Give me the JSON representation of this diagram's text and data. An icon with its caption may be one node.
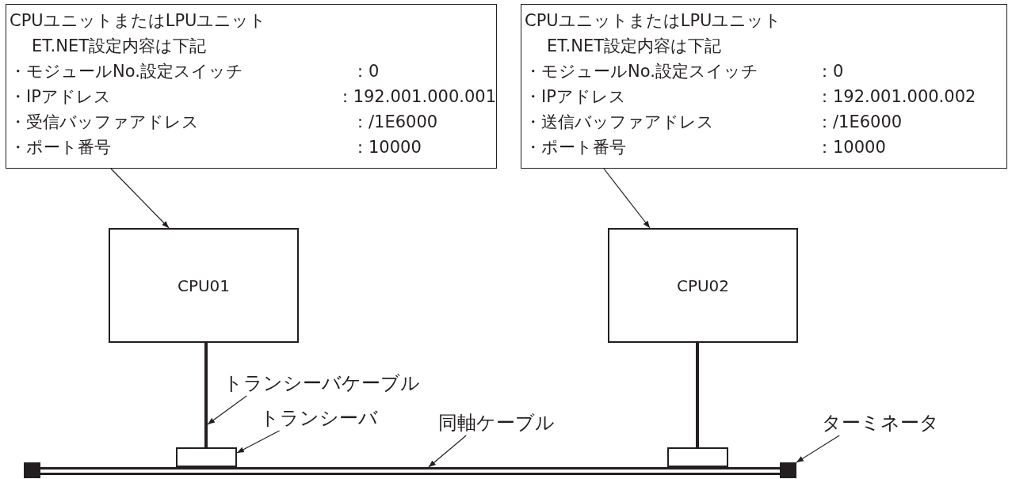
{
  "diagram": {
    "nodes": [
      {
        "text": [
          "CPUユニットまたはLPUユニット",
          "ET.NET設定内容は下記",
          "・モジュールNo.設定スイッチ",
          "：0",
          "・IPアドレス",
          "：192.001.000.001",
          "・受信バッファアドレス",
          "：/1E6000",
          "・ポート番号",
          "：10000"
        ]
      },
      {
        "text": [
          "CPUユニットまたはLPUユニット",
          "ET.NET設定内容は下記",
          "・モジュールNo.設定スイッチ",
          "：0",
          "・IPアドレス",
          "：192.001.000.002",
          "・送信バッファアドレス",
          "：/1E6000",
          "・ポート番号",
          "：10000"
        ]
      },
      {
        "text": [
          "CPU01"
        ]
      },
      {
        "text": [
          "CPU02"
        ]
      },
      {
        "text": [],
        "shape": "box"
      },
      {
        "text": [],
        "shape": "box"
      },
      {
        "text": [],
        "shape": "bar"
      },
      {
        "text": [],
        "shape": "square"
      },
      {
        "text": [],
        "shape": "square"
      },
      {
        "text": [
          "トランシーバケーブル"
        ]
      },
      {
        "text": [
          "トランシーバ"
        ]
      },
      {
        "text": [
          "同軸ケーブル"
        ]
      },
      {
        "text": [
          "ターミネータ"
        ]
      },
      {
        "text": [],
        "shape": "line"
      },
      {
        "text": [],
        "shape": "line"
      }
    ],
    "edges": [
      {
        "from": 0,
        "to": 2,
        "arrow": "to"
      },
      {
        "from": 1,
        "to": 3,
        "arrow": "to"
      },
      {
        "from": 9,
        "to": 13,
        "arrow": "to"
      },
      {
        "from": 10,
        "to": 4,
        "arrow": "to"
      },
      {
        "from": 11,
        "to": 6,
        "arrow": "to"
      },
      {
        "from": 12,
        "to": 8,
        "arrow": "to"
      }
    ]
  }
}
